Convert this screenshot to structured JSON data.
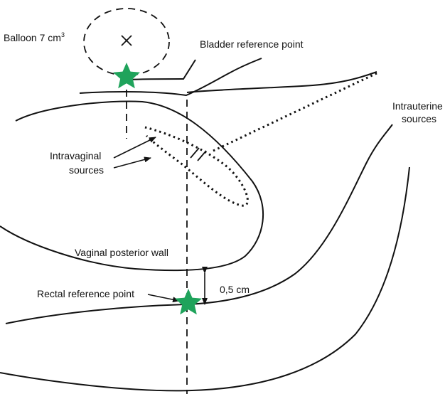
{
  "labels": {
    "balloon": "Balloon 7 cm",
    "balloon_sup": "3",
    "bladder_ref": "Bladder reference point",
    "intravaginal_1": "Intravaginal",
    "intravaginal_2": "sources",
    "intrauterine_1": "Intrauterine",
    "intrauterine_2": "sources",
    "vaginal_wall": "Vaginal posterior wall",
    "rectal_ref": "Rectal reference point",
    "distance": "0,5 cm"
  },
  "colors": {
    "star": "#1fa35b",
    "line": "#111111",
    "text": "#111111"
  }
}
